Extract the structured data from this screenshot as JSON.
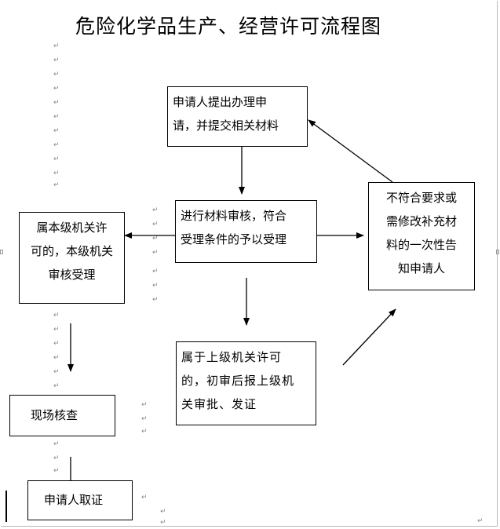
{
  "title": "危险化学品生产、经营许可流程图",
  "nodes": {
    "apply": [
      "申请人提出办理申",
      "请，并提交相关材料"
    ],
    "review": [
      "进行材料审核，符合",
      "受理条件的予以受理"
    ],
    "local": [
      "属本级机关许",
      "可的，本级机关",
      "审核受理"
    ],
    "noncompliant": [
      "不符合要求或",
      "需修改补充材",
      "料的一次性告",
      "知申请人"
    ],
    "higher": [
      "属于上级机关许可",
      "的，初审后报上级机",
      "关审批、发证"
    ],
    "inspect": [
      "现场核查"
    ],
    "collect": [
      "申请人取证"
    ]
  },
  "colors": {
    "line": "#000000",
    "border": "#000000",
    "mark": "#888888"
  }
}
